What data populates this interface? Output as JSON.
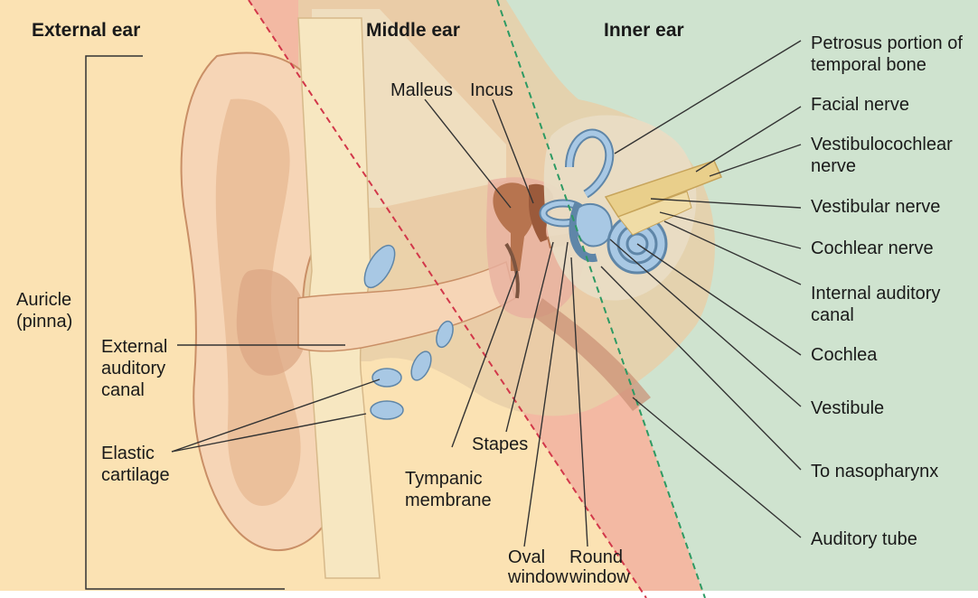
{
  "colors": {
    "external_bg": "#fbe2b3",
    "middle_bg": "#f3b9a3",
    "inner_bg": "#cfe3cf",
    "skin": "#f6d5b6",
    "skin_shadow": "#e7b892",
    "cartilage": "#f7e7c1",
    "bone": "#e7cfa8",
    "ossicle": "#b7744f",
    "canal_blue": "#a8c8e4",
    "nerve": "#e9cf8b",
    "leader": "#333333",
    "divider_red": "#d2384a",
    "divider_green": "#2d9a63"
  },
  "headers": {
    "external": "External ear",
    "middle": "Middle ear",
    "inner": "Inner ear"
  },
  "labels": {
    "auricle": "Auricle\n(pinna)",
    "external_canal": "External\nauditory\ncanal",
    "elastic_cartilage": "Elastic\ncartilage",
    "malleus": "Malleus",
    "incus": "Incus",
    "stapes": "Stapes",
    "tympanic": "Tympanic\nmembrane",
    "oval_window": "Oval\nwindow",
    "round_window": "Round\nwindow",
    "petrosus": "Petrosus portion of\ntemporal bone",
    "facial_nerve": "Facial nerve",
    "vestibulocochlear": "Vestibulocochlear\nnerve",
    "vestibular_nerve": "Vestibular nerve",
    "cochlear_nerve": "Cochlear nerve",
    "internal_canal": "Internal auditory\ncanal",
    "cochlea": "Cochlea",
    "vestibule": "Vestibule",
    "nasopharynx": "To nasopharynx",
    "auditory_tube": "Auditory tube"
  }
}
